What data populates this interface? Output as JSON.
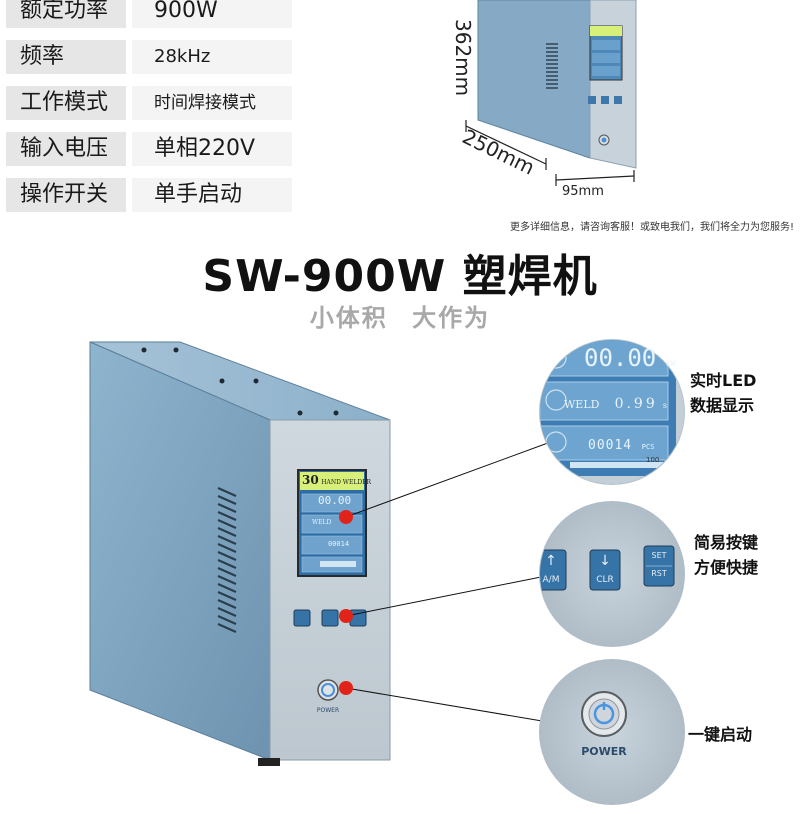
{
  "specs": [
    {
      "label": "额定功率",
      "value": "900W"
    },
    {
      "label": "频率",
      "value": "28kHz"
    },
    {
      "label": "工作模式",
      "value": "时间焊接模式"
    },
    {
      "label": "输入电压",
      "value": "单相220V"
    },
    {
      "label": "操作开关",
      "value": "单手启动"
    }
  ],
  "dimensions": {
    "height": "362mm",
    "depth": "250mm",
    "width": "95mm"
  },
  "note": "更多详细信息，请咨询客服！或致电我们，我们将全力为您服务!",
  "title": "SW-900W 塑焊机",
  "subtitle": "小体积  大作为",
  "screen": {
    "header_num": "30",
    "header_text": "HAND WELDER",
    "power_value": "00.00",
    "power_unit": "kW",
    "weld_label": "WELD",
    "weld_value": "0.99",
    "weld_unit": "s",
    "count_value": "00014",
    "count_unit": "PCS",
    "bar_label": "100"
  },
  "buttons": {
    "am_label": "A/M",
    "clr_label": "CLR",
    "set_label": "SET",
    "rst_label": "RST"
  },
  "power_label": "POWER",
  "callouts": {
    "led_line1": "实时LED",
    "led_line2": "数据显示",
    "keys_line1": "简易按键",
    "keys_line2": "方便快捷",
    "start": "一键启动"
  },
  "colors": {
    "cabinet": "#7fa8c4",
    "panel": "#c9d3da",
    "marker": "#e2231a",
    "screen_green": "#d8f07a"
  }
}
